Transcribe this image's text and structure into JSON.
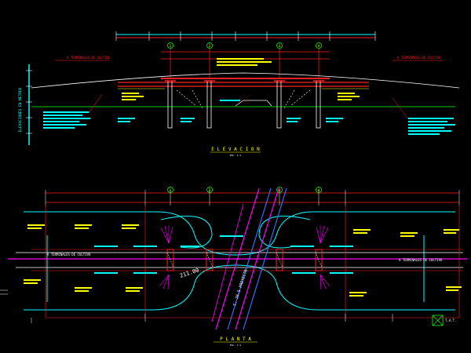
{
  "colors": {
    "background": "#000000",
    "red": "#ff2020",
    "white": "#ffffff",
    "yellow": "#ffff00",
    "cyan": "#00ffff",
    "green": "#00c800",
    "magenta": "#ff00ff",
    "blue": "#3a6bff",
    "orange": "#ff8c00"
  },
  "elevation": {
    "title": "E L E V A C I O N",
    "scale_label": "ESC. 1:1",
    "left_axis_label": "ELEVACIONES EN METROS",
    "left_road_label": "A TERMINALES DE CULTIVO",
    "right_road_label": "A TERMINALES DE CULTIVO",
    "axes": [
      "1",
      "2",
      "3",
      "4"
    ],
    "left_note": "NOTA ALTURA LIBRE EN LA PARTE INFERIOR",
    "right_note": "NOTA ALTURA LIBRE EN LA PARTE INFERIOR"
  },
  "plan": {
    "title": "P L A N T A",
    "scale_label": "ESC. 1:1",
    "axes": [
      "1",
      "2",
      "3",
      "4"
    ],
    "left_road_label": "A TERMINALES DE CULTIVO",
    "right_road_label": "A TERMINALES DE CULTIVO",
    "diagonal_label": "C. 26.5 PROYECTO",
    "station_label": "211.00",
    "legend_label": "T.A.T."
  }
}
